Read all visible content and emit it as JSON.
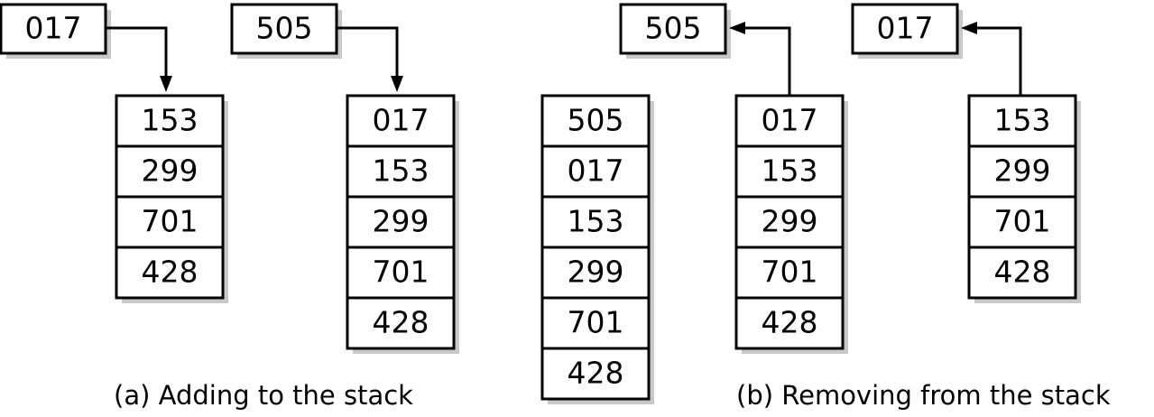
{
  "captions": {
    "a": "(a) Adding to the stack",
    "b": "(b) Removing from the stack"
  },
  "panels": [
    {
      "id": "a1",
      "moving_item": "017",
      "direction": "push",
      "stack": [
        "153",
        "299",
        "701",
        "428"
      ]
    },
    {
      "id": "a2",
      "moving_item": "505",
      "direction": "push",
      "stack": [
        "017",
        "153",
        "299",
        "701",
        "428"
      ]
    },
    {
      "id": "b1",
      "moving_item": null,
      "direction": "none",
      "stack": [
        "505",
        "017",
        "153",
        "299",
        "701",
        "428"
      ]
    },
    {
      "id": "b2",
      "moving_item": "505",
      "direction": "pop",
      "stack": [
        "017",
        "153",
        "299",
        "701",
        "428"
      ]
    },
    {
      "id": "b3",
      "moving_item": "017",
      "direction": "pop",
      "stack": [
        "153",
        "299",
        "701",
        "428"
      ]
    }
  ],
  "colors": {
    "stroke": "#000000",
    "fill": "#ffffff",
    "shadow": "#c8c8c8",
    "text": "#000000"
  }
}
